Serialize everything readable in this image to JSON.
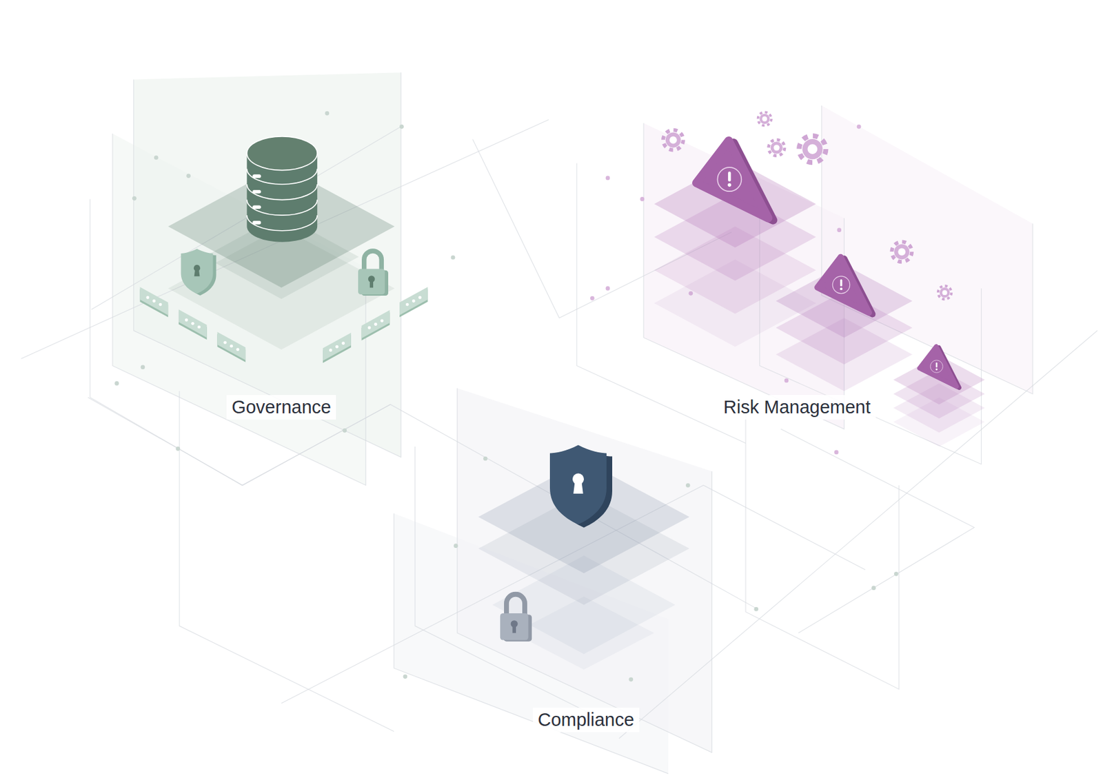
{
  "diagram": {
    "labels": [
      "Governance",
      "Risk Management",
      "Compliance"
    ]
  }
}
